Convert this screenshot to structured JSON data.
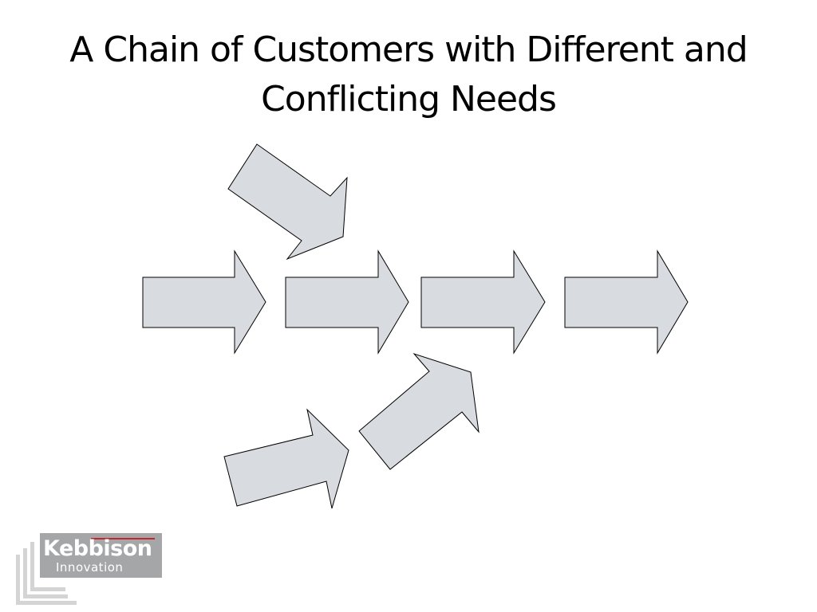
{
  "slide": {
    "title": "A Chain of Customers with Different and Conflicting Needs"
  },
  "diagram": {
    "arrows": [
      {
        "name": "input-arrow-upper",
        "direction": "down-right"
      },
      {
        "name": "chain-arrow-1",
        "direction": "right"
      },
      {
        "name": "chain-arrow-2",
        "direction": "right"
      },
      {
        "name": "chain-arrow-3",
        "direction": "right"
      },
      {
        "name": "chain-arrow-4",
        "direction": "right"
      },
      {
        "name": "input-arrow-lower-1",
        "direction": "up-right"
      },
      {
        "name": "input-arrow-lower-2",
        "direction": "up-right"
      }
    ],
    "colors": {
      "arrow_fill": "#d8dbdf",
      "arrow_stroke": "#000000"
    }
  },
  "logo": {
    "name": "Kebbison",
    "tagline": "Innovation",
    "colors": {
      "box": "#a4a6a8",
      "accent": "#c4262e",
      "frame": "#d4d4d4"
    }
  }
}
